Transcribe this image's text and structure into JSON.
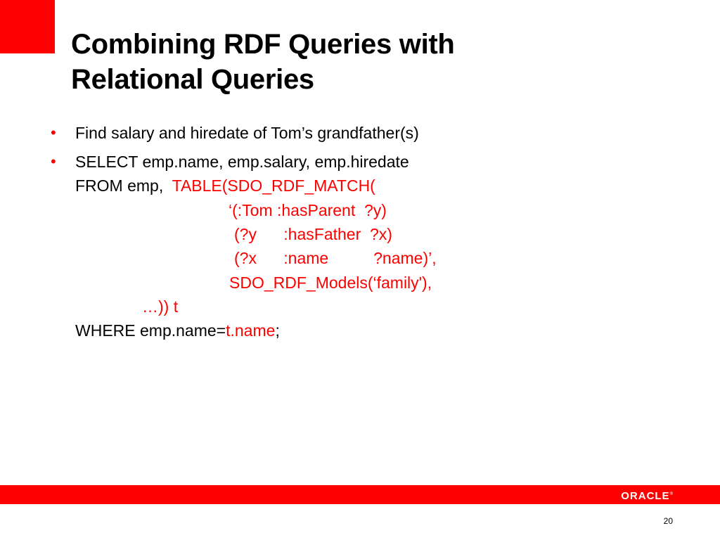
{
  "slide": {
    "title_line1": "Combining RDF Queries with",
    "title_line2": "Relational Queries",
    "bullet_symbol": "•",
    "bullets": [
      {
        "text": "Find salary and hiredate of Tom’s grandfather(s)"
      },
      {
        "select_line": "SELECT emp.name, emp.salary, emp.hiredate",
        "from_prefix": "FROM emp,",
        "from_red": "TABLE(SDO_RDF_MATCH(",
        "match_line1": "‘(:Tom :hasParent  ?y)",
        "match_line2": "(?y      :hasFather  ?x)",
        "match_line3": "(?x      :name          ?name)’,",
        "models_line": "SDO_RDF_Models(‘family'),",
        "ellipsis_line": "…)) t",
        "where_prefix": "WHERE emp.name=",
        "where_red": "t.name",
        "where_suffix": ";"
      }
    ]
  },
  "footer": {
    "logo_text": "ORACLE",
    "logo_mark": "®",
    "page_number": "20"
  },
  "colors": {
    "accent": "#ff0000",
    "text": "#000000",
    "background": "#ffffff"
  }
}
